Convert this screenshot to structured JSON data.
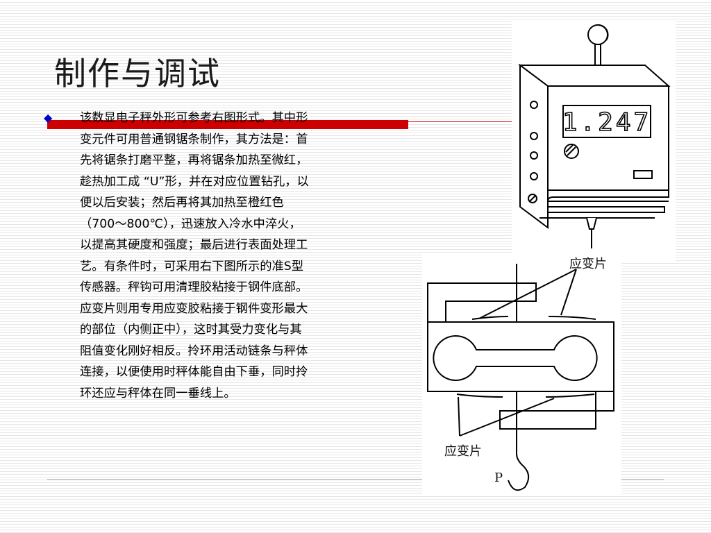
{
  "slide": {
    "title": "制作与调试",
    "body_lines": [
      "该数显电子秤外形可参考右图形式。其中形",
      "变元件可用普通钢锯条制作，其方法是：首",
      "先将锯条打磨平整，再将锯条加热至微红，",
      "趁热加工成 “U”形，并在对应位置钻孔，以",
      "便以后安装；然后再将其加热至橙红色",
      "（700～800℃），迅速放入冷水中淬火，",
      "以提高其硬度和强度；最后进行表面处理工",
      "艺。有条件时，可采用右下图所示的准S型",
      "传感器。秤钩可用清理胶粘接于钢件底部。",
      "应变片则用专用应变胶粘接于钢件变形最大",
      "的部位（内侧正中），这时其受力变化与其",
      "阻值变化刚好相反。拎环用活动链条与秤体",
      "连接，以便使用时秤体能自由下垂，同时拎",
      "环还应与秤体在同一垂线上。"
    ]
  },
  "scale_figure": {
    "display_reading": "1.247"
  },
  "sensor_figure": {
    "label_top": "应变片",
    "label_bottom": "应变片",
    "force_label": "P"
  },
  "colors": {
    "accent_red": "#cc0000",
    "bullet_blue": "#0000cc"
  },
  "icons": {
    "bullet": "blue-diamond-bullet"
  }
}
